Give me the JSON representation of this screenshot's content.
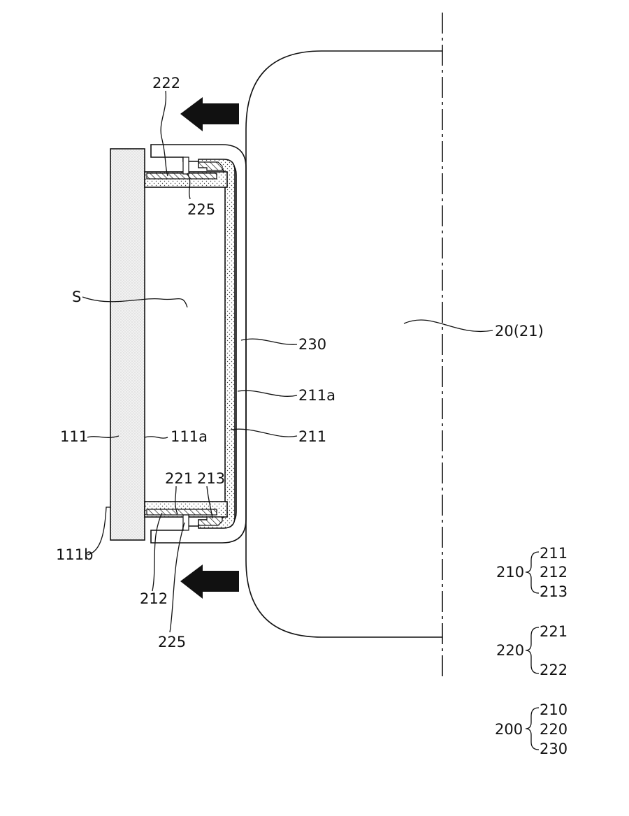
{
  "labels": {
    "l222": "222",
    "l225_top": "225",
    "l_s": "S",
    "l230": "230",
    "l211a": "211a",
    "l211": "211",
    "l111": "111",
    "l111a": "111a",
    "l221": "221",
    "l213": "213",
    "l111b": "111b",
    "l212": "212",
    "l225_bottom": "225",
    "l20": "20(21)"
  },
  "legend": [
    {
      "key": "210",
      "items": [
        "211",
        "212",
        "213"
      ]
    },
    {
      "key": "220",
      "items": [
        "221",
        "222"
      ]
    },
    {
      "key": "200",
      "items": [
        "210",
        "220",
        "230"
      ]
    }
  ]
}
